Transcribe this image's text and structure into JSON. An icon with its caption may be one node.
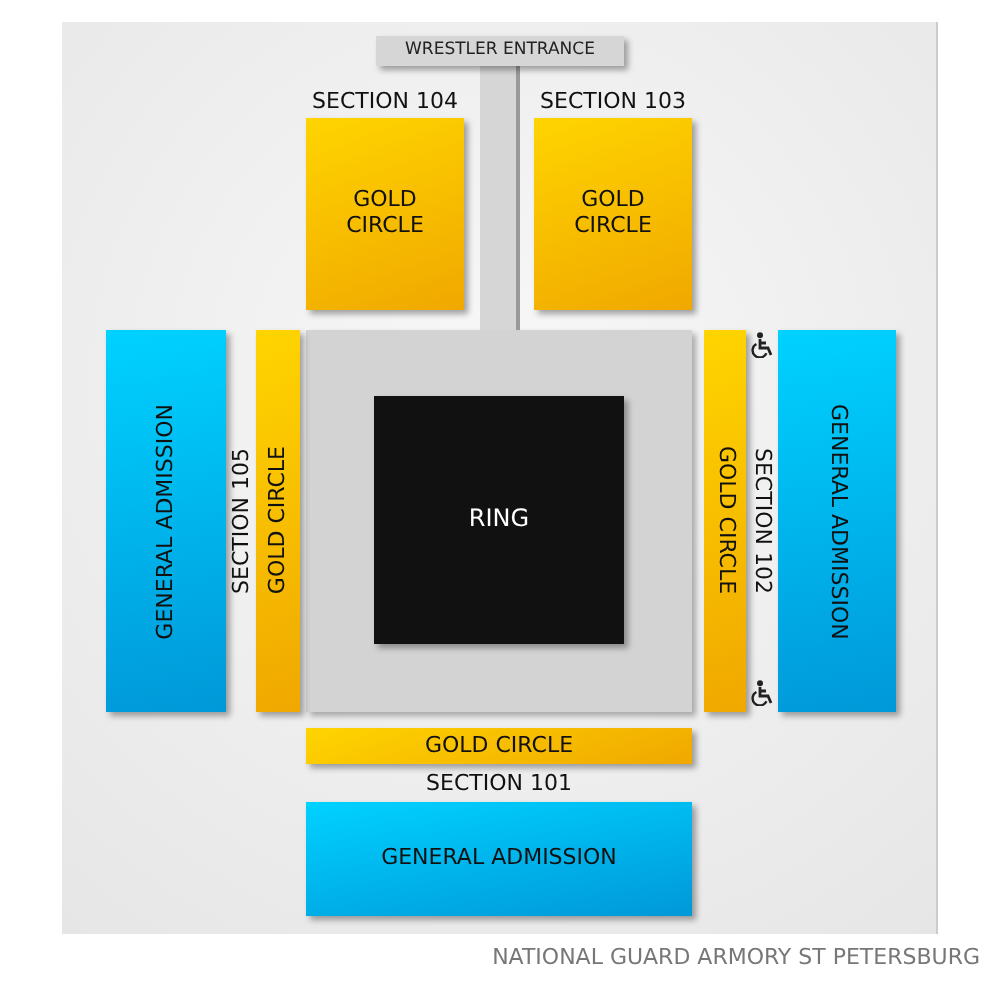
{
  "diagram": {
    "caption": "NATIONAL GUARD ARMORY ST PETERSBURG",
    "nodes": [
      {
        "text": [
          "WRESTLER ENTRANCE"
        ]
      },
      {
        "text": [],
        "shape": "bar"
      },
      {
        "text": [
          "SECTION 104",
          "GOLD CIRCLE"
        ]
      },
      {
        "text": [
          "SECTION 103",
          "GOLD CIRCLE"
        ]
      },
      {
        "text": [
          "GENERAL ADMISSION"
        ]
      },
      {
        "text": [
          "SECTION 105",
          "GOLD CIRCLE"
        ]
      },
      {
        "text": [
          "RING"
        ]
      },
      {
        "text": [
          "SECTION 102",
          "GOLD CIRCLE"
        ]
      },
      {
        "text": [
          "GENERAL ADMISSION"
        ]
      },
      {
        "text": [
          "GOLD CIRCLE",
          "SECTION 101"
        ]
      },
      {
        "text": [
          "GENERAL ADMISSION"
        ]
      }
    ],
    "edges": []
  }
}
